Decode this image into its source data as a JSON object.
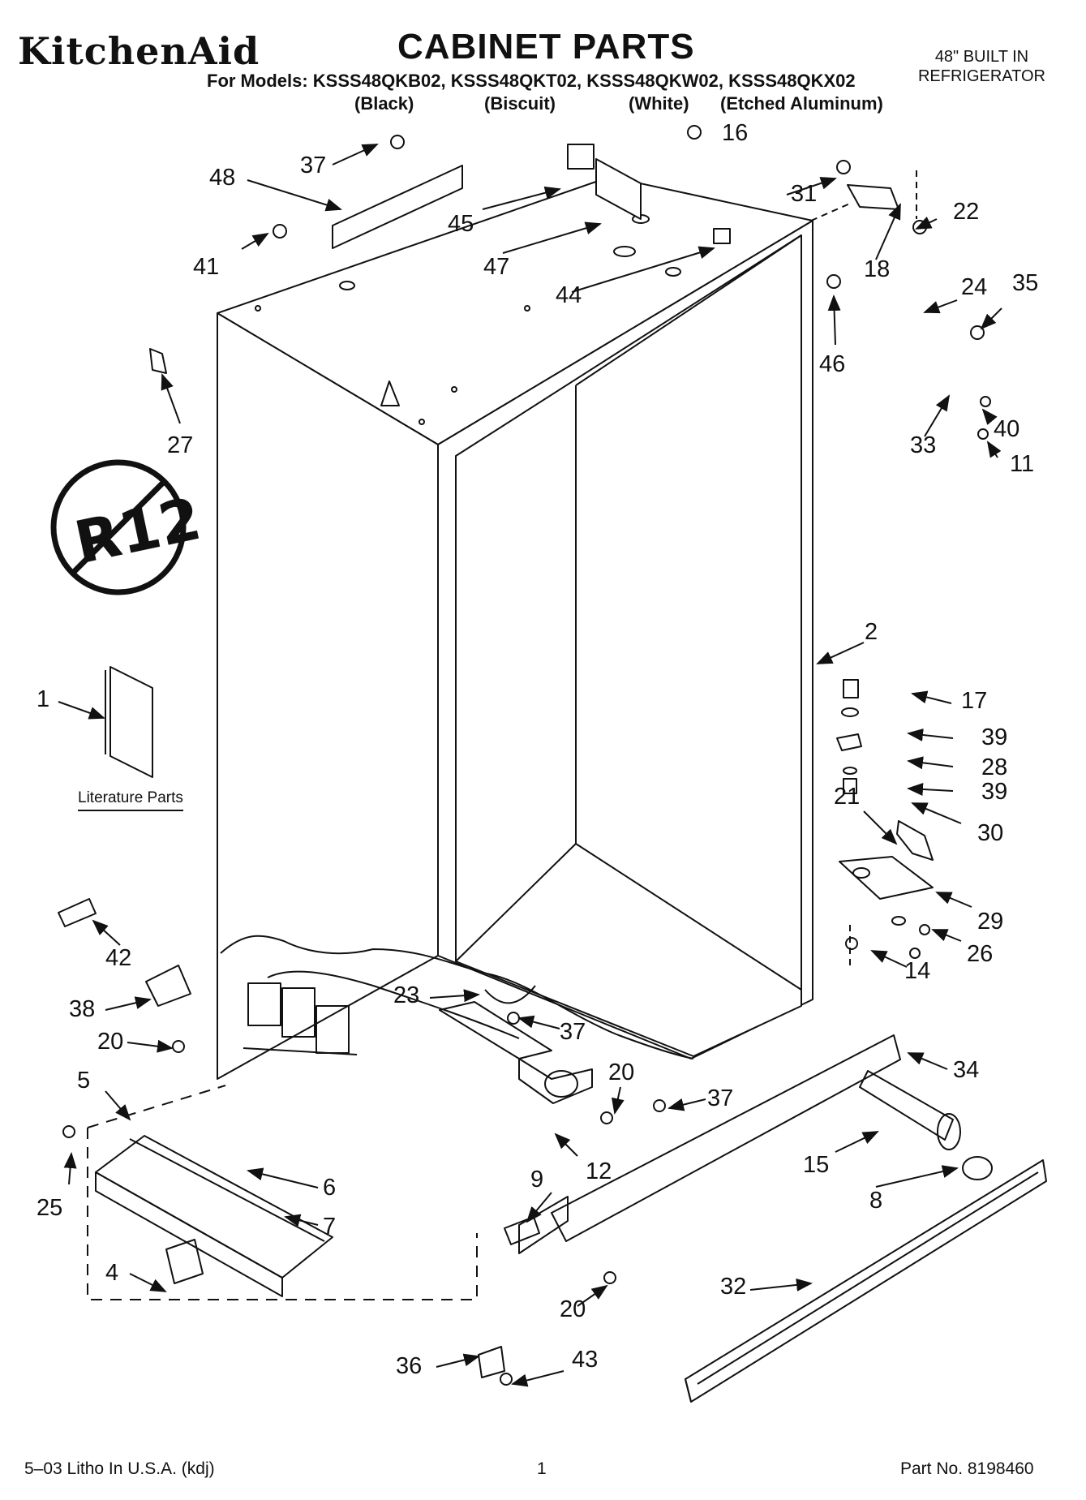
{
  "header": {
    "brand": "KitchenAid",
    "title": "CABINET PARTS",
    "models_line": "For Models: KSSS48QKB02, KSSS48QKT02, KSSS48QKW02, KSSS48QKX02",
    "variants": [
      "(Black)",
      "(Biscuit)",
      "(White)",
      "(Etched Aluminum)"
    ],
    "category_line1": "48\" BUILT IN",
    "category_line2": "REFRIGERATOR"
  },
  "symbol_text": "R12",
  "literature_label": "Literature Parts",
  "callouts": [
    "37",
    "48",
    "16",
    "45",
    "31",
    "22",
    "41",
    "47",
    "44",
    "18",
    "24",
    "35",
    "46",
    "27",
    "33",
    "40",
    "11",
    "2",
    "1",
    "17",
    "39",
    "28",
    "39",
    "21",
    "30",
    "29",
    "26",
    "42",
    "14",
    "38",
    "23",
    "37",
    "20",
    "34",
    "20",
    "37",
    "5",
    "15",
    "8",
    "25",
    "6",
    "9",
    "12",
    "7",
    "4",
    "32",
    "20",
    "36",
    "43"
  ],
  "footer": {
    "left": "5–03 Litho In U.S.A. (kdj)",
    "center": "1",
    "right": "Part No. 8198460"
  }
}
